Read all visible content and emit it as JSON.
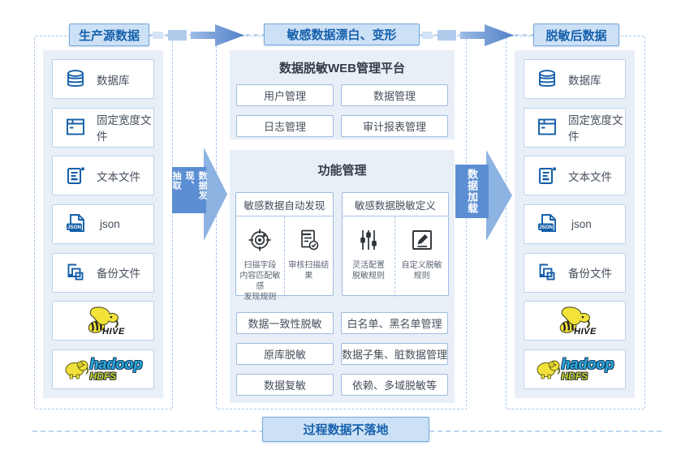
{
  "pills": {
    "source": "生产源数据",
    "process": "敏感数据漂白、变形",
    "result": "脱敏后数据",
    "bottom": "过程数据不落地"
  },
  "arrows": {
    "extract_line1": "数据发现、",
    "extract_line2": "抽取",
    "load": "数据加载"
  },
  "source_items": [
    {
      "icon": "database-icon",
      "label": "数据库"
    },
    {
      "icon": "fixed-width-file-icon",
      "label": "固定宽度文件"
    },
    {
      "icon": "text-file-icon",
      "label": "文本文件"
    },
    {
      "icon": "json-file-icon",
      "label": "json"
    },
    {
      "icon": "backup-file-icon",
      "label": "备份文件"
    }
  ],
  "target_items": [
    {
      "icon": "database-icon",
      "label": "数据库"
    },
    {
      "icon": "fixed-width-file-icon",
      "label": "固定宽度文件"
    },
    {
      "icon": "text-file-icon",
      "label": "文本文件"
    },
    {
      "icon": "json-file-icon",
      "label": "json"
    },
    {
      "icon": "backup-file-icon",
      "label": "备份文件"
    }
  ],
  "logos": {
    "hive": "HIVE",
    "hadoop": "hadoop",
    "hdfs": "HDFS",
    "json_badge": "JSON"
  },
  "web_platform": {
    "title": "数据脱敏WEB管理平台",
    "buttons": [
      "用户管理",
      "数据管理",
      "日志管理",
      "审计报表管理"
    ]
  },
  "function_mgmt": {
    "title": "功能管理",
    "groups": [
      {
        "title": "敏感数据自动发现",
        "features": [
          {
            "icon": "target-icon",
            "label": "扫描字段\n内容匹配敏感\n发现规则"
          },
          {
            "icon": "audit-result-icon",
            "label": "审核扫描结果"
          }
        ]
      },
      {
        "title": "敏感数据脱敏定义",
        "features": [
          {
            "icon": "sliders-icon",
            "label": "灵活配置\n脱敏规则"
          },
          {
            "icon": "edit-icon",
            "label": "自定义脱敏\n规则"
          }
        ]
      }
    ],
    "buttons": [
      "数据一致性脱敏",
      "白名单、黑名单管理",
      "原库脱敏",
      "数据子集、脏数据管理",
      "数据复敏",
      "依赖、多域脱敏等"
    ]
  },
  "colors": {
    "accent_blue": "#1660ac",
    "arrow_rect_blue": "#5b8ed3",
    "arrow_tri_blue": "#8cb3e2",
    "panel_bg": "#e9eff7",
    "pill_bg": "#cde1f6",
    "pill_border": "#74a7db",
    "icon_blue": "#135ea9",
    "icon_dark": "#2e3338"
  }
}
